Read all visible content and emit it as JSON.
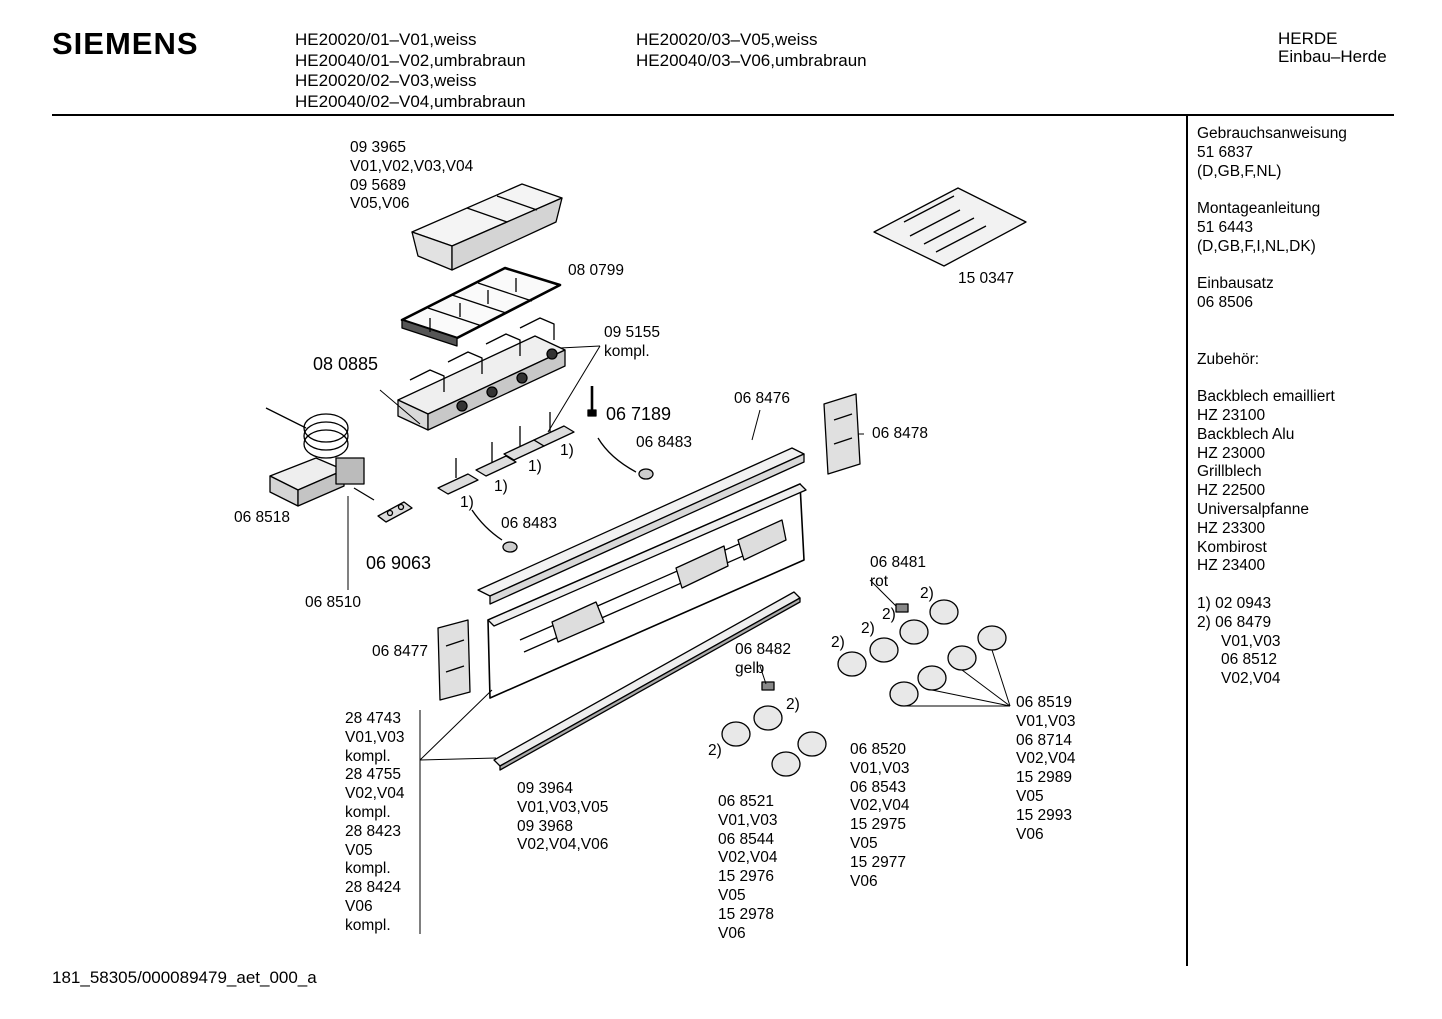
{
  "header": {
    "brand": "SIEMENS",
    "models_left": [
      "HE20020/01–V01,weiss",
      "HE20040/01–V02,umbrabraun",
      "HE20020/02–V03,weiss",
      "HE20040/02–V04,umbrabraun"
    ],
    "models_right": [
      "HE20020/03–V05,weiss",
      "HE20040/03–V06,umbrabraun"
    ],
    "category": [
      "HERDE",
      "Einbau–Herde"
    ]
  },
  "sidebar": {
    "manual_title": "Gebrauchsanweisung",
    "manual_number": "51 6837",
    "manual_langs": "(D,GB,F,NL)",
    "install_title": "Montageanleitung",
    "install_number": "51 6443",
    "install_langs": "(D,GB,F,I,NL,DK)",
    "kit_title": "Einbausatz",
    "kit_number": "06 8506",
    "accessories_title": "Zubehör:",
    "accessories": [
      "Backblech emailliert",
      "HZ 23100",
      "Backblech Alu",
      "HZ 23000",
      "Grillblech",
      "HZ 22500",
      "Universalpfanne",
      "HZ 23300",
      "Kombirost",
      "HZ 23400"
    ],
    "notes": [
      "1)  02 0943",
      "2)  06 8479",
      "V01,V03",
      "06 8512",
      "V02,V04"
    ]
  },
  "labels": {
    "tray": [
      "09 3965",
      "V01,V02,V03,V04",
      "09 5689",
      "V05,V06"
    ],
    "frame": "08 0799",
    "switch_kit": [
      "09 5155",
      "kompl."
    ],
    "block": "08 0885",
    "screw": "06 7189",
    "lamp_top": "06 8483",
    "panel_strip": "06 8476",
    "bracket_right": "06 8478",
    "fastener_bag": "15 0347",
    "thermostat": "06 8518",
    "lamp_bottom": "06 8483",
    "plate": "06 9063",
    "thermo_sensor": "06 8510",
    "bracket_left": "06 8477",
    "button_red": [
      "06 8481",
      "rot"
    ],
    "button_yellow": [
      "06 8482",
      "gelb"
    ],
    "panel": [
      "28 4743",
      "V01,V03",
      "kompl.",
      "28 4755",
      "V02,V04",
      "kompl.",
      "28 8423",
      "V05",
      "kompl.",
      "28 8424",
      "V06",
      "kompl."
    ],
    "trim_strip": [
      "09 3964",
      "V01,V03,V05",
      "09 3968",
      "V02,V04,V06"
    ],
    "knobs_right": [
      "06 8519",
      "V01,V03",
      "06 8714",
      "V02,V04",
      "15 2989",
      "V05",
      "15 2993",
      "V06"
    ],
    "knobs_mid": [
      "06 8520",
      "V01,V03",
      "06 8543",
      "V02,V04",
      "15 2975",
      "V05",
      "15 2977",
      "V06"
    ],
    "knobs_left": [
      "06 8521",
      "V01,V03",
      "06 8544",
      "V02,V04",
      "15 2976",
      "V05",
      "15 2978",
      "V06"
    ],
    "note_one": "1)",
    "note_two": "2)"
  },
  "footer": {
    "code": "181_58305/000089479_aet_000_a"
  }
}
